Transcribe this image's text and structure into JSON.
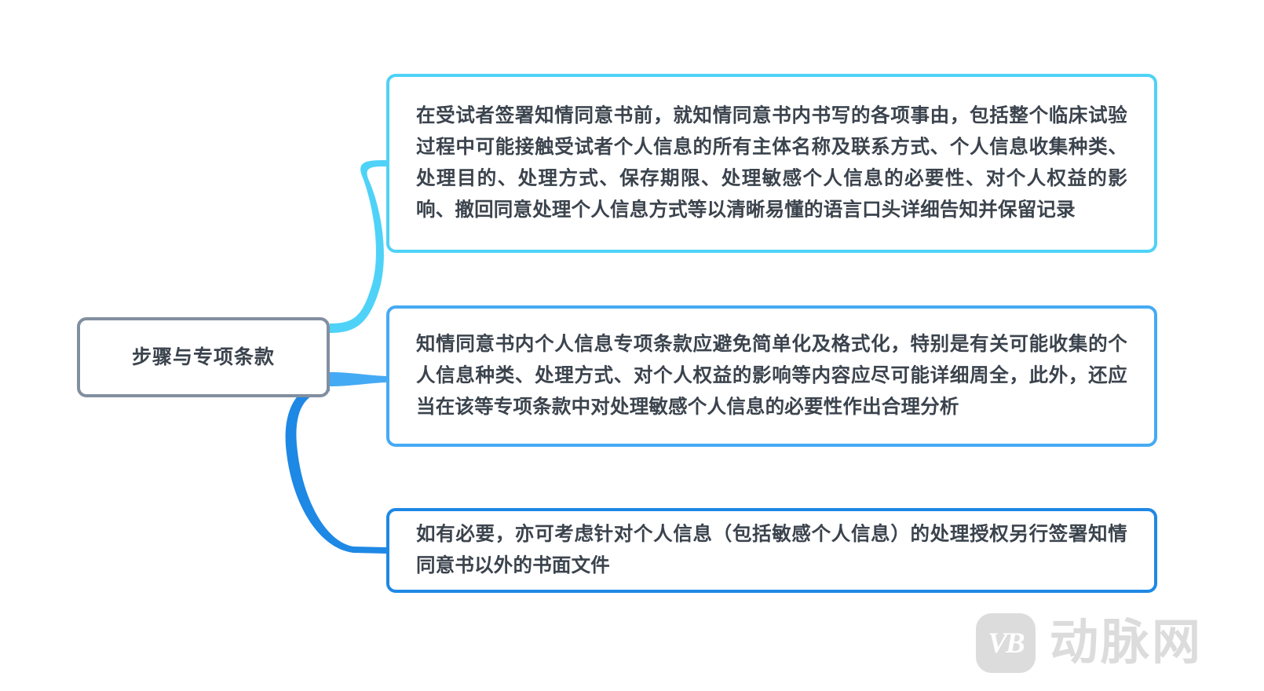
{
  "diagram": {
    "type": "mindmap",
    "orientation": "left-to-right",
    "background_color": "#ffffff",
    "text_color": "#3b434d",
    "root": {
      "label": "步骤与专项条款",
      "border_color": "#828f9f"
    },
    "branches": [
      {
        "id": "branch-1",
        "index": 1,
        "text": "在受试者签署知情同意书前，就知情同意书内书写的各项事由，包括整个临床试验过程中可能接触受试者个人信息的所有主体名称及联系方式、个人信息收集种类、处理目的、处理方式、保存期限、处理敏感个人信息的必要性、对个人权益的影响、撤回同意处理个人信息方式等以清晰易懂的语言口头详细告知并保留记录",
        "border_color": "#4fd2f7",
        "connector_color": "#4fd2f7"
      },
      {
        "id": "branch-2",
        "index": 2,
        "text": "知情同意书内个人信息专项条款应避免简单化及格式化，特别是有关可能收集的个人信息种类、处理方式、对个人权益的影响等内容应尽可能详细周全，此外，还应当在该等专项条款中对处理敏感个人信息的必要性作出合理分析",
        "border_color": "#45aaf4",
        "connector_color": "#45aaf4"
      },
      {
        "id": "branch-3",
        "index": 3,
        "text": "如有必要，亦可考虑针对个人信息（包括敏感个人信息）的处理授权另行签署知情同意书以外的书面文件",
        "border_color": "#1e88e5",
        "connector_color": "#1e88e5"
      }
    ]
  },
  "watermark": {
    "mark_text": "VB",
    "word_text": "动脉网",
    "color": "#dcdcdc"
  }
}
